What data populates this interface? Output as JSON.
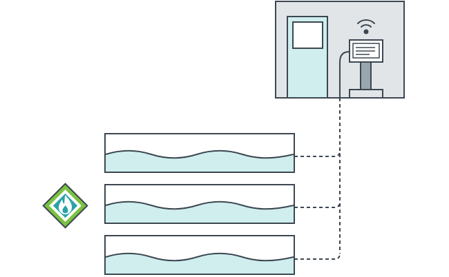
{
  "diagram": {
    "colors": {
      "stroke": "#3b4650",
      "liquid": "#cfeeed",
      "room": "#e1e5e8",
      "door": "#cfeeed",
      "kiosk_pole": "#9aa6ae",
      "badge_outer": "#7cc242",
      "badge_inner": "#2aa3a8",
      "white": "#ffffff"
    },
    "icons": [
      "fire-hazard-icon",
      "wifi-icon",
      "door-icon",
      "monitoring-kiosk-icon"
    ],
    "tanks": [
      {
        "id": "tank-1"
      },
      {
        "id": "tank-2"
      },
      {
        "id": "tank-3"
      }
    ]
  }
}
